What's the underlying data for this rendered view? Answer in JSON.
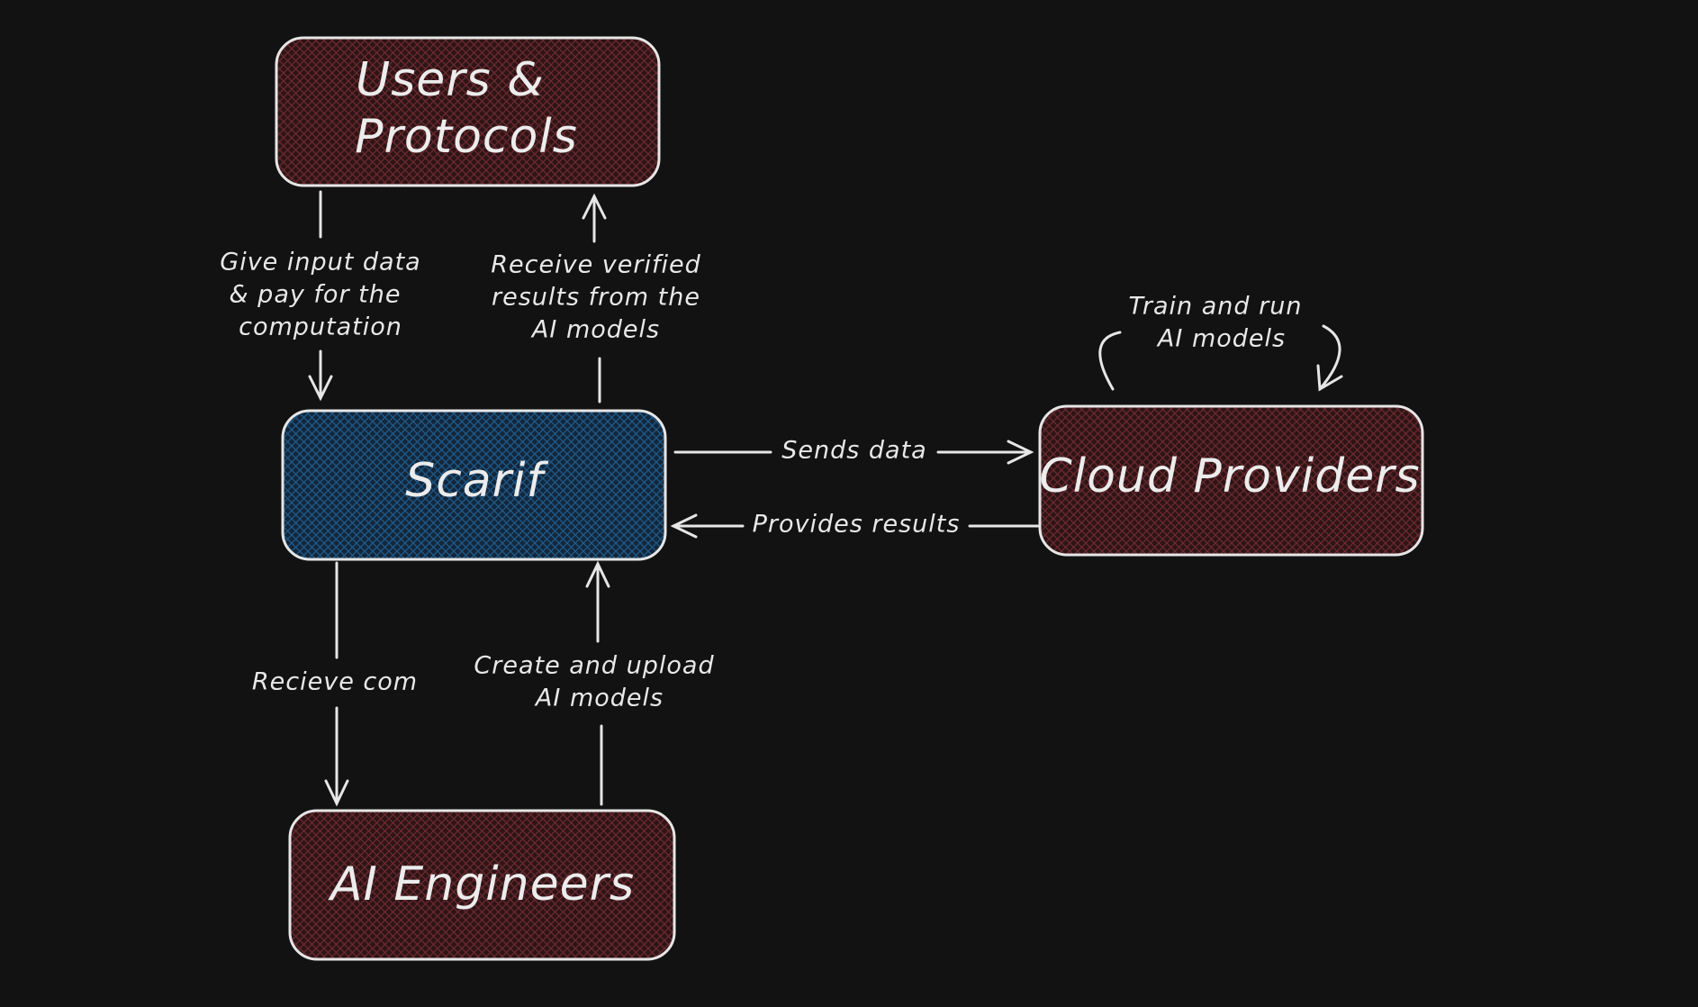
{
  "colors": {
    "background": "#121212",
    "stroke": "#e6e6e6",
    "red_fill": "#2e1416",
    "red_hatch": "#6b2a30",
    "blue_fill": "#13273b",
    "blue_hatch": "#1f5a8a"
  },
  "nodes": {
    "users_protocols": {
      "line1": "Users &",
      "line2": "Protocols"
    },
    "scarif": {
      "label": "Scarif"
    },
    "cloud_providers": {
      "label": "Cloud Providers"
    },
    "ai_engineers": {
      "label": "AI Engineers"
    }
  },
  "edges": {
    "give_input": {
      "line1": "Give input data",
      "line2": "& pay for the",
      "line3": "computation"
    },
    "receive_verified": {
      "line1": "Receive verified",
      "line2": "results from the",
      "line3": "AI models"
    },
    "sends_data": {
      "label": "Sends data"
    },
    "provides_results": {
      "label": "Provides results"
    },
    "train_run": {
      "line1": "Train and run",
      "line2": "AI models"
    },
    "recieve_com": {
      "label": "Recieve com"
    },
    "create_upload": {
      "line1": "Create and upload",
      "line2": "AI models"
    }
  }
}
